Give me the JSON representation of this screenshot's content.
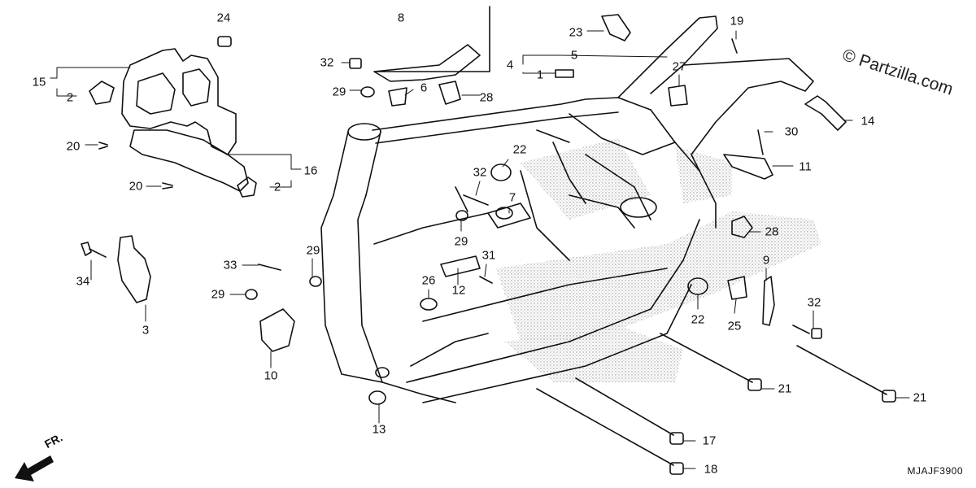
{
  "watermark": "© Partzilla.com",
  "diagram_code": "MJAJF3900",
  "direction_label": "FR.",
  "colors": {
    "line": "#111111",
    "stipple": "#9a9a9a",
    "background": "#ffffff"
  },
  "callouts": [
    {
      "id": "c24",
      "label": "24"
    },
    {
      "id": "c15",
      "label": "15"
    },
    {
      "id": "c2a",
      "label": "2"
    },
    {
      "id": "c20a",
      "label": "20"
    },
    {
      "id": "c20b",
      "label": "20"
    },
    {
      "id": "c16",
      "label": "16"
    },
    {
      "id": "c2b",
      "label": "2"
    },
    {
      "id": "c34",
      "label": "34"
    },
    {
      "id": "c3",
      "label": "3"
    },
    {
      "id": "c8",
      "label": "8"
    },
    {
      "id": "c32a",
      "label": "32"
    },
    {
      "id": "c29a",
      "label": "29"
    },
    {
      "id": "c6",
      "label": "6"
    },
    {
      "id": "c28a",
      "label": "28"
    },
    {
      "id": "c4",
      "label": "4"
    },
    {
      "id": "c5",
      "label": "5"
    },
    {
      "id": "c1",
      "label": "1"
    },
    {
      "id": "c23",
      "label": "23"
    },
    {
      "id": "c27",
      "label": "27"
    },
    {
      "id": "c19",
      "label": "19"
    },
    {
      "id": "c14",
      "label": "14"
    },
    {
      "id": "c30",
      "label": "30"
    },
    {
      "id": "c11",
      "label": "11"
    },
    {
      "id": "c22a",
      "label": "22"
    },
    {
      "id": "c32b",
      "label": "32"
    },
    {
      "id": "c7",
      "label": "7"
    },
    {
      "id": "c29b",
      "label": "29"
    },
    {
      "id": "c31",
      "label": "31"
    },
    {
      "id": "c26",
      "label": "26"
    },
    {
      "id": "c12",
      "label": "12"
    },
    {
      "id": "c33",
      "label": "33"
    },
    {
      "id": "c29c",
      "label": "29"
    },
    {
      "id": "c29d",
      "label": "29"
    },
    {
      "id": "c10",
      "label": "10"
    },
    {
      "id": "c13",
      "label": "13"
    },
    {
      "id": "c28b",
      "label": "28"
    },
    {
      "id": "c9",
      "label": "9"
    },
    {
      "id": "c22b",
      "label": "22"
    },
    {
      "id": "c25",
      "label": "25"
    },
    {
      "id": "c32c",
      "label": "32"
    },
    {
      "id": "c21a",
      "label": "21"
    },
    {
      "id": "c21b",
      "label": "21"
    },
    {
      "id": "c17",
      "label": "17"
    },
    {
      "id": "c18",
      "label": "18"
    }
  ]
}
